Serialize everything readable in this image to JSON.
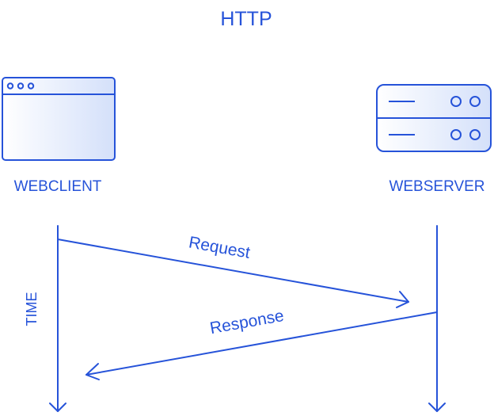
{
  "diagram": {
    "title": "HTTP",
    "client_label": "WEBCLIENT",
    "server_label": "WEBSERVER",
    "time_label": "TIME",
    "request_label": "Request",
    "response_label": "Response"
  },
  "colors": {
    "stroke": "#2653d9",
    "text": "#2653d9",
    "fill_light": "#dce6fb",
    "background": "#ffffff"
  },
  "icons": {
    "client": "browser-window-icon",
    "server": "server-rack-icon"
  }
}
